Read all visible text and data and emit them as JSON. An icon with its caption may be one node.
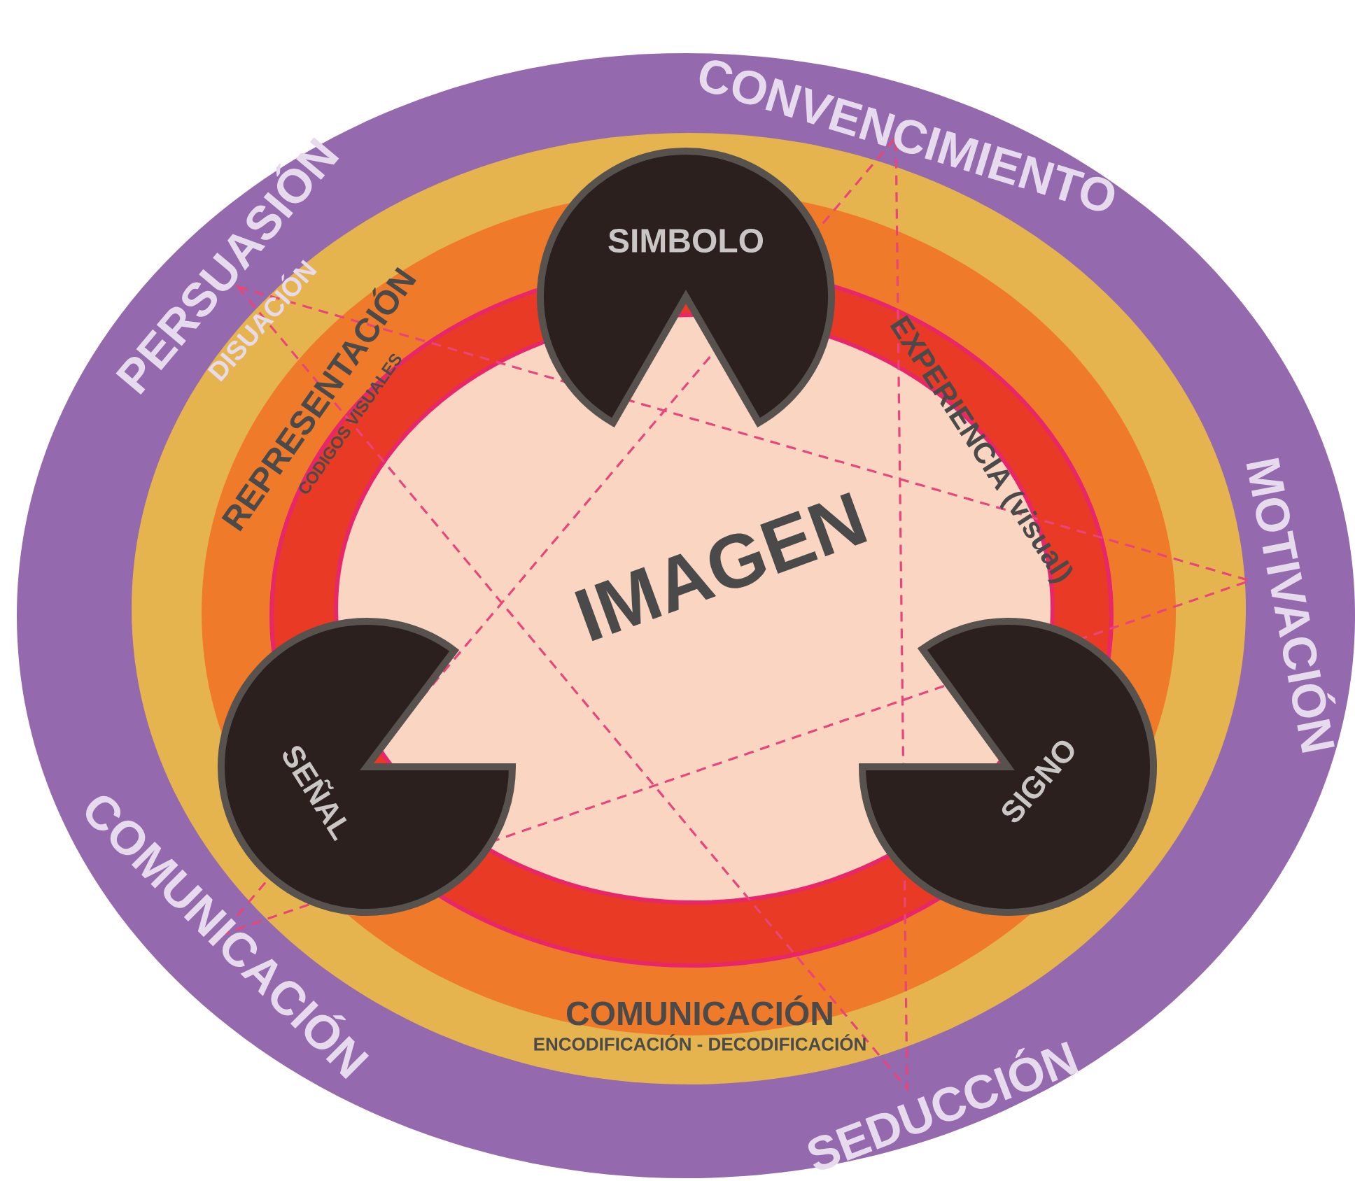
{
  "diagram": {
    "nodes": [
      {
        "text": [
          "SIMBOLO"
        ]
      },
      {
        "text": [
          "SEÑAL"
        ]
      },
      {
        "text": [
          "SIGNO"
        ]
      }
    ],
    "labels": [
      "PERSUASIÓN",
      "DISUACIÓN",
      "CONVENCIMIENTO",
      "REPRESENTACIÓN",
      "CODIGOS VISUALES",
      "EXPERIENCIA (visual)",
      "MOTIVACIÓN",
      "IMAGEN",
      "COMUNICACIÓN",
      "COMUNICACIÓN",
      "ENCODIFICACIÓN - DECODIFICACIÓN",
      "SEDUCCIÓN"
    ]
  }
}
